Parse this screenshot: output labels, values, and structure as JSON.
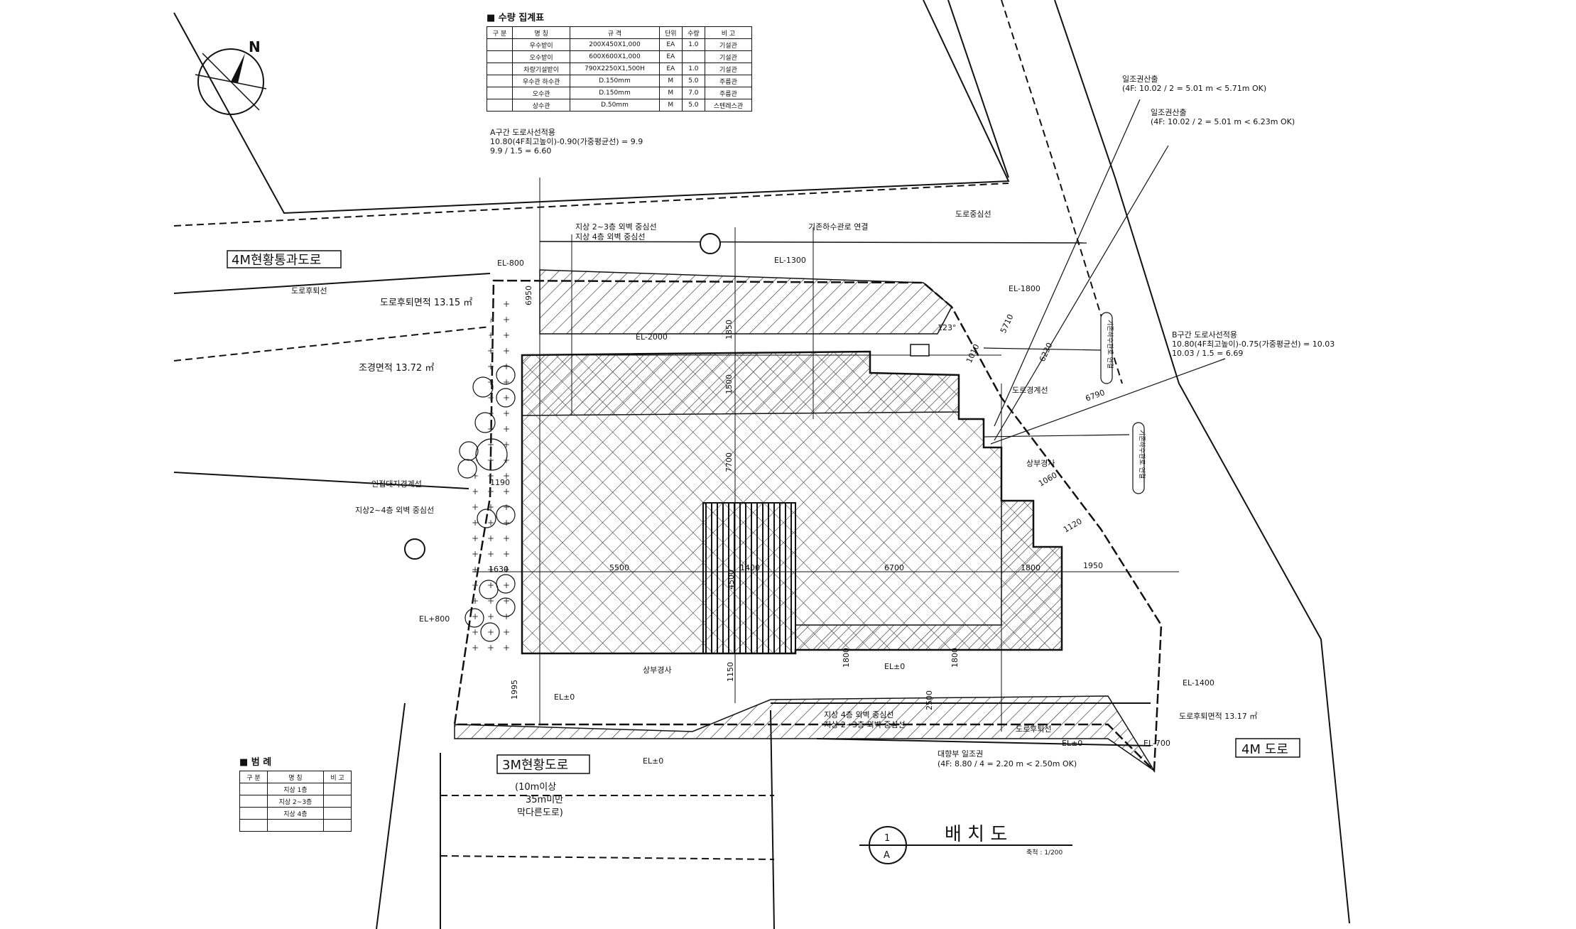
{
  "drawing": {
    "title": "배 치 도",
    "scale_note": "축척 : 1/200",
    "section_mark_top": "1",
    "section_mark_bottom": "A"
  },
  "compass": {
    "north": "N"
  },
  "roads": {
    "road_4m_existing": "4M현황통과도로",
    "road_3m_existing": "3M현황도로",
    "road_3m_note_1": "(10m이상",
    "road_3m_note_2": "35m미만",
    "road_3m_note_3": "막다른도로)",
    "road_4m": "4M 도로"
  },
  "labels": {
    "road_centerline": "도로중심선",
    "setback_line_left": "도로후퇴선",
    "setback_area_top": "도로후퇴면적 13.15 ㎡",
    "landscape_area": "조경면적 13.72 ㎡",
    "adjacent_boundary": "인접대지경계선",
    "floor_wall_center": "지상2~4층 외벽 중심선",
    "road_boundary": "도로경계선",
    "upper_setback_right": "상부경사",
    "upper_setback_bottom": "상부경사",
    "setback_line_bottom": "도로후퇴선",
    "setback_area_bottom": "도로후퇴면적 13.17 ㎡",
    "wall_center_top_1": "지상 2~3층 외벽 중심선",
    "wall_center_top_2": "지상 4층 외벽 중심선",
    "wall_center_bottom_1": "지상 4층 외벽 중심선",
    "wall_center_bottom_2": "지상 2~3층 외벽 중심선",
    "gas_meter": "기존하수관로 연결",
    "daylight_1_title": "일조권산출",
    "daylight_1_calc": "(4F: 10.02 / 2 = 5.01 m < 5.71m  OK)",
    "daylight_2_title": "일조권산출",
    "daylight_2_calc": "(4F: 10.02 / 2 = 5.01 m < 6.23m  OK)",
    "skyline_a_1": "A구간 도로사선적용",
    "skyline_a_2": "10.80(4F최고높이)-0.90(가중평균선) = 9.9",
    "skyline_a_3": "9.9 / 1.5 = 6.60",
    "skyline_b_1": "B구간 도로사선적용",
    "skyline_b_2": "10.80(4F최고높이)-0.75(가중평균선) = 10.03",
    "skyline_b_3": "10.03 / 1.5 = 6.69",
    "daylight_3_1": "대향부 일조권",
    "daylight_3_2": "(4F: 8.80  / 4  =  2.20 m < 2.50m  OK)",
    "angle": "123°",
    "side_note_1": "기존하수관로 연결",
    "side_note_2": "기존하수관로 연결"
  },
  "levels": [
    "EL-800",
    "EL-1300",
    "EL-2000",
    "EL-1800",
    "EL+800",
    "EL±0",
    "EL±0",
    "EL±0",
    "EL±0",
    "EL-1400",
    "EL-700"
  ],
  "dimensions": [
    "6950",
    "1850",
    "1500",
    "7700",
    "1190",
    "1630",
    "5500",
    "4500",
    "1400",
    "6700",
    "1800",
    "1950",
    "1060",
    "1120",
    "5710",
    "6230",
    "6790",
    "1010",
    "1995",
    "1150",
    "1800",
    "1800",
    "2500"
  ],
  "sewer_table": {
    "title": "■ 수량 집계표",
    "headers": [
      "구 분",
      "명 칭",
      "규 격",
      "단위",
      "수량",
      "비 고"
    ],
    "rows": [
      [
        "",
        "우수받이",
        "200X450X1,000",
        "EA",
        "1.0",
        "기설관"
      ],
      [
        "",
        "오수받이",
        "600X600X1,000",
        "EA",
        "",
        "기설관"
      ],
      [
        "",
        "차량기설받이",
        "790X2250X1,500H",
        "EA",
        "1.0",
        "기설관"
      ],
      [
        "",
        "우수관 하수관",
        "D.150mm",
        "M",
        "5.0",
        "주름관"
      ],
      [
        "",
        "오수관",
        "D.150mm",
        "M",
        "7.0",
        "주름관"
      ],
      [
        "",
        "상수관",
        "D.50mm",
        "M",
        "5.0",
        "스텐레스관"
      ]
    ]
  },
  "legend": {
    "title": "■ 범  례",
    "headers": [
      "구 분",
      "명 칭",
      "비 고"
    ],
    "rows": [
      [
        "",
        "지상 1층",
        ""
      ],
      [
        "",
        "지상 2~3층",
        ""
      ],
      [
        "",
        "지상 4층",
        ""
      ],
      [
        "",
        "",
        ""
      ]
    ]
  }
}
